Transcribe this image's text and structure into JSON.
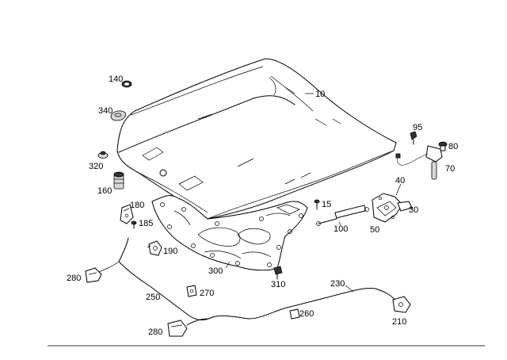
{
  "diagram": {
    "part_numbers": {
      "p10": "10",
      "p30": "30",
      "p40": "40",
      "p50": "50",
      "p70": "70",
      "p80": "80",
      "p95": "95",
      "p100": "100",
      "p140": "140",
      "p15": "15",
      "p160": "160",
      "p180": "180",
      "p185": "185",
      "p190": "190",
      "p210": "210",
      "p230": "230",
      "p250": "250",
      "p260": "260",
      "p270": "270",
      "p280a": "280",
      "p280b": "280",
      "p300": "300",
      "p310": "310",
      "p320": "320",
      "p340": "340"
    }
  }
}
